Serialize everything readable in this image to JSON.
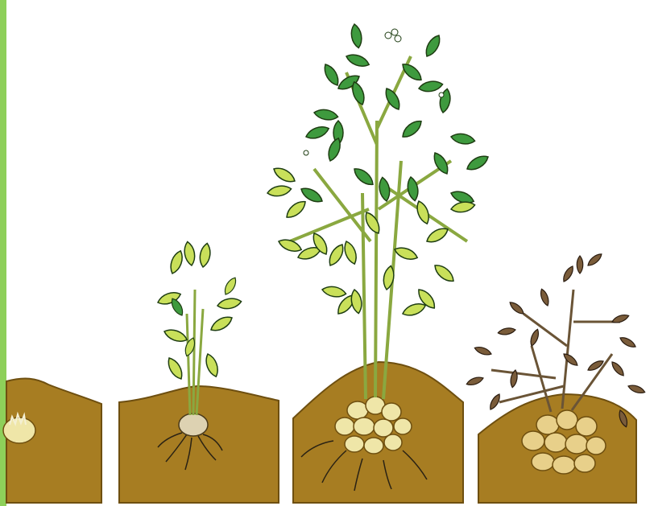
{
  "colors": {
    "accent_bar": "#8ed05a",
    "soil": "#a77d22",
    "soil_edge": "#6e4f10",
    "leaf_dark": "#3e9a3e",
    "leaf_light": "#c9e05a",
    "leaf_outline": "#1e3d12",
    "tuber": "#efe6a8",
    "seed_tuber": "#ddd2b2",
    "dead_leaf": "#7a5c3a",
    "root": "#2a2214"
  },
  "stages": [
    {
      "name": "sprouting-seed-potato",
      "icon": "seed-potato-icon"
    },
    {
      "name": "young-plant",
      "icon": "young-potato-plant-icon"
    },
    {
      "name": "mature-plant-with-tubers",
      "icon": "mature-potato-plant-icon"
    },
    {
      "name": "senescent-plant-harvest",
      "icon": "dying-potato-plant-icon"
    }
  ]
}
